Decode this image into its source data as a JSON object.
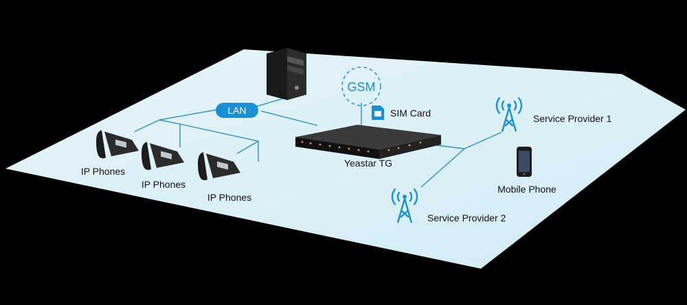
{
  "labels": {
    "lan": "LAN",
    "gsm": "GSM",
    "sim_card": "SIM Card",
    "gateway": "Yeastar TG",
    "ip_phones_1": "IP Phones",
    "ip_phones_2": "IP Phones",
    "ip_phones_3": "IP Phones",
    "service_provider_1": "Service Provider 1",
    "service_provider_2": "Service Provider 2",
    "mobile_phone": "Mobile Phone"
  },
  "colors": {
    "background": "#000000",
    "floor": "#dcf0f7",
    "accent": "#1a8fd4",
    "line": "#2e8fc4",
    "device": "#1c1c1c"
  },
  "icons": {
    "server": "server-tower-icon",
    "gateway": "gateway-device-icon",
    "sim": "sim-card-icon",
    "tower": "cell-tower-icon",
    "mobile": "mobile-phone-icon",
    "ip_phone": "ip-phone-icon"
  }
}
